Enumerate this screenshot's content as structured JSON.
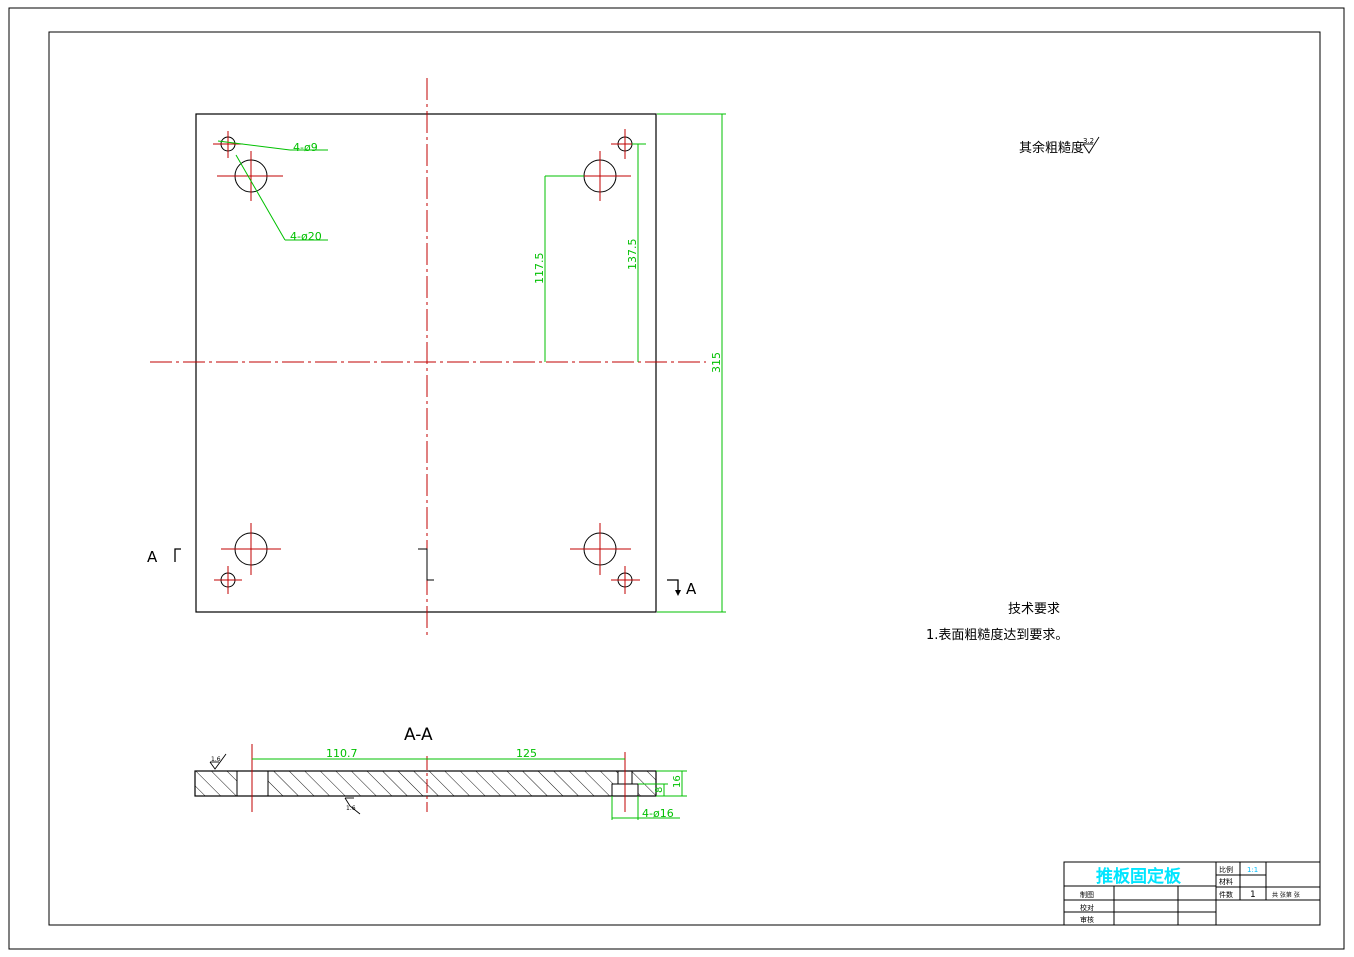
{
  "drawing": {
    "plan_view": {
      "dim_small_holes": "4-ø9",
      "dim_large_holes": "4-ø20",
      "dim_117_5": "117.5",
      "dim_137_5": "137.5",
      "dim_315": "315",
      "section_mark_left": "A",
      "section_mark_right": "A"
    },
    "section_view": {
      "title": "A-A",
      "dim_110_7": "110.7",
      "dim_125": "125",
      "dim_thickness": "16",
      "dim_counterbore_depth": "8",
      "dim_counterbore": "4-ø16",
      "roughness_top": "1.6",
      "roughness_bottom": "1.6"
    },
    "notes": {
      "general_roughness_label": "其余粗糙度",
      "general_roughness_value": "3.2",
      "tech_req_title": "技术要求",
      "tech_req_item1": "1.表面粗糙度达到要求。"
    },
    "title_block": {
      "part_name": "推板固定板",
      "scale_label": "比例",
      "scale_value": "1:1",
      "material_label": "材料",
      "qty_label": "件数",
      "qty_value": "1",
      "sheet_label": "共  张第  张",
      "drawn_label": "制图",
      "checked_label": "校对",
      "approved_label": "审核"
    }
  },
  "colors": {
    "outline": "#000000",
    "centerline": "#c00000",
    "dimension": "#00c000",
    "title_text": "#00e5ff",
    "scale_text": "#00bfff"
  }
}
